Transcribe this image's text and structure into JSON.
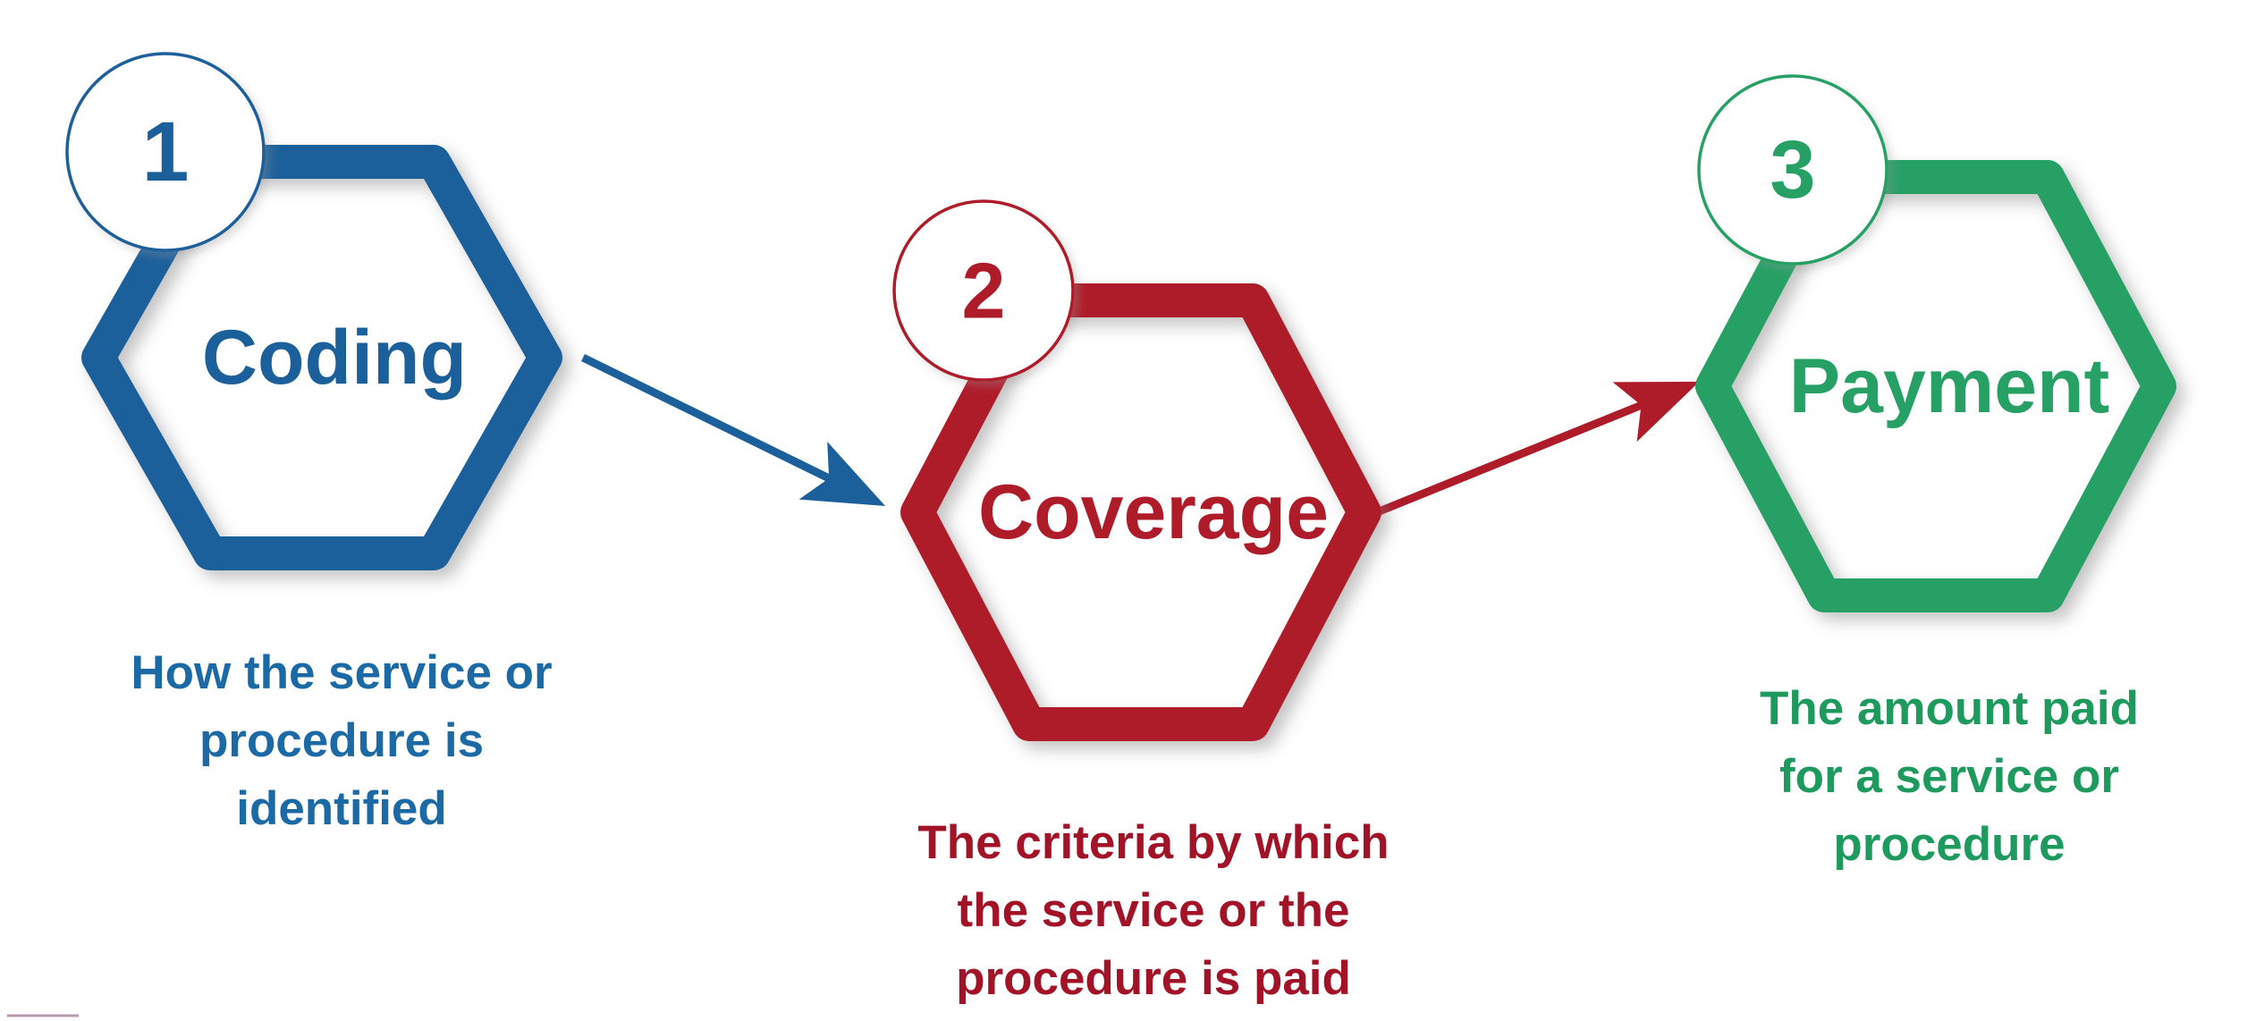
{
  "diagram": {
    "title": "Coding - Coverage - Payment process",
    "type": "process-flow",
    "background_color": "#ffffff",
    "steps": [
      {
        "number": "1",
        "label": "Coding",
        "color": "#1B609B",
        "caption_color": "#1B6AA5",
        "caption_lines": [
          "How the service or",
          "procedure is",
          "identified"
        ],
        "caption_text": "How the service or procedure is identified"
      },
      {
        "number": "2",
        "label": "Coverage",
        "color": "#AE1B29",
        "caption_color": "#A21328",
        "caption_lines": [
          "The criteria by which",
          "the service or the",
          "procedure is paid"
        ],
        "caption_text": "The criteria by which the service or the procedure is paid"
      },
      {
        "number": "3",
        "label": "Payment",
        "color": "#27A065",
        "caption_color": "#1E9A5F",
        "caption_lines": [
          "The amount paid",
          "for a service or",
          "procedure"
        ],
        "caption_text": "The amount paid for a service or procedure"
      }
    ],
    "connectors": [
      {
        "from": "1",
        "to": "2",
        "color": "#1B609B",
        "style": "arrow"
      },
      {
        "from": "2",
        "to": "3",
        "color": "#AE1B29",
        "style": "arrow"
      }
    ]
  }
}
